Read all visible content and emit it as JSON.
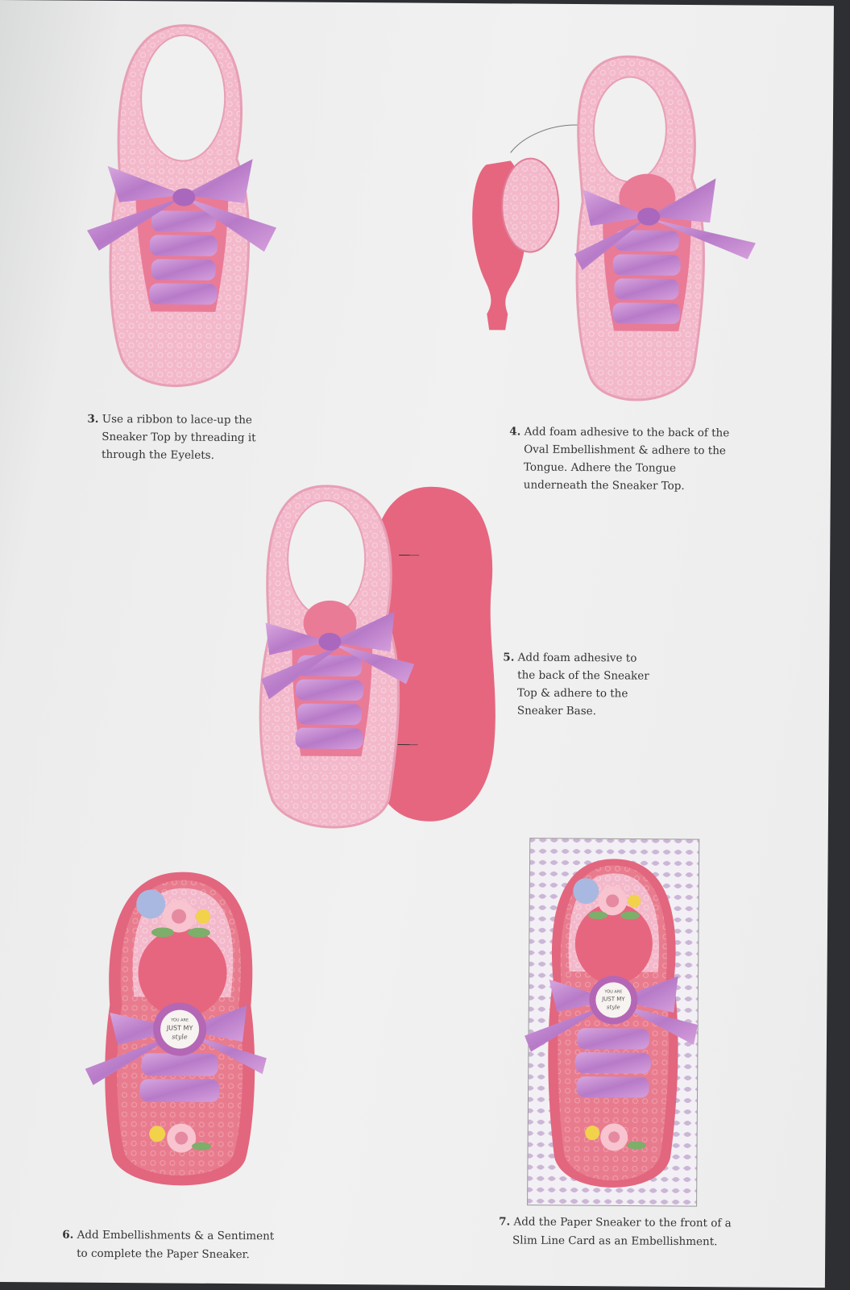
{
  "steps": {
    "step3": {
      "number": "3.",
      "lines": [
        "Use a ribbon to lace-up the",
        "Sneaker Top by threading it",
        "through the Eyelets."
      ]
    },
    "step4": {
      "number": "4.",
      "lines": [
        "Add foam adhesive to the back of the",
        "Oval Embellishment & adhere to the",
        "Tongue. Adhere the Tongue",
        "underneath the Sneaker Top."
      ]
    },
    "step5": {
      "number": "5.",
      "lines": [
        "Add foam adhesive to",
        "the back of the Sneaker",
        "Top & adhere to the",
        "Sneaker Base."
      ]
    },
    "step6": {
      "number": "6.",
      "lines": [
        "Add Embellishments & a Sentiment",
        "to complete the Paper Sneaker."
      ]
    },
    "step7": {
      "number": "7.",
      "lines": [
        "Add the Paper Sneaker to the front of a",
        "Slim Line Card as an Embellishment."
      ]
    }
  },
  "sentiment": {
    "small": "YOU ARE",
    "main": "JUST MY",
    "script": "style"
  },
  "colors": {
    "paper": "#f0f0f0",
    "sneaker_top": "#f2b6c8",
    "sneaker_base": "#e2667e",
    "ribbon": "#c48ad2",
    "text": "#333333"
  }
}
